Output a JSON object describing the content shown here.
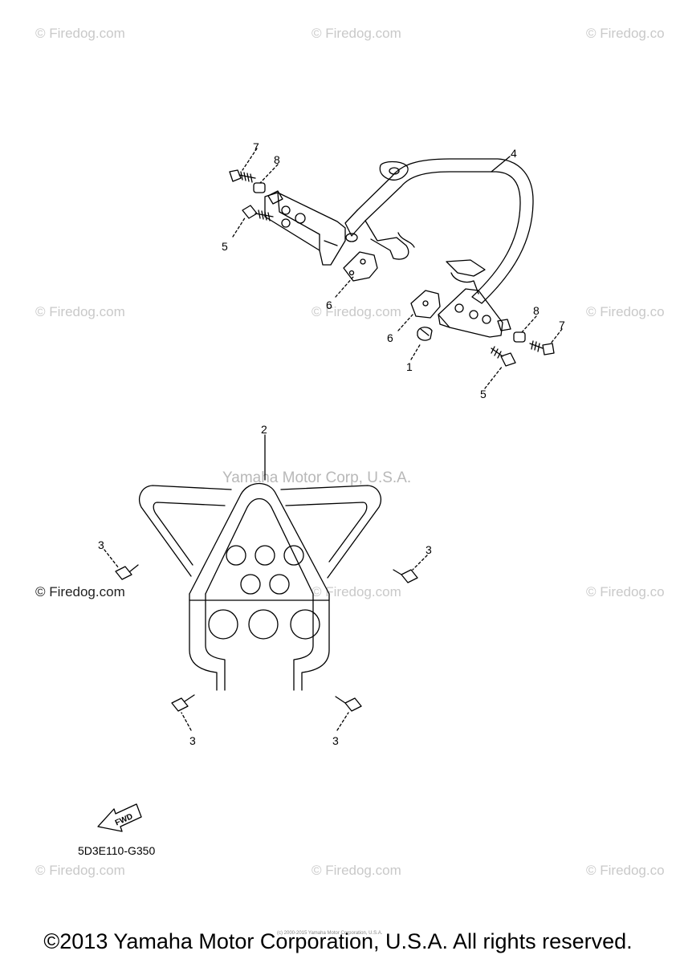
{
  "watermarks": {
    "firedog": "© Firedog.com",
    "firedog_cut": "© Firedog.co",
    "yamaha_corp": "Yamaha Motor Corp, U.S.A."
  },
  "callouts": {
    "c1": "1",
    "c2": "2",
    "c3": "3",
    "c4": "4",
    "c5": "5",
    "c6": "6",
    "c7": "7",
    "c8": "8"
  },
  "fwd_label": "FWD",
  "part_code": "5D3E110-G350",
  "tiny_copyright": "(c) 2000-2015 Yamaha Motor Corporation, U.S.A.",
  "footer": "©2013 Yamaha Motor Corporation, U.S.A. All rights reserved."
}
